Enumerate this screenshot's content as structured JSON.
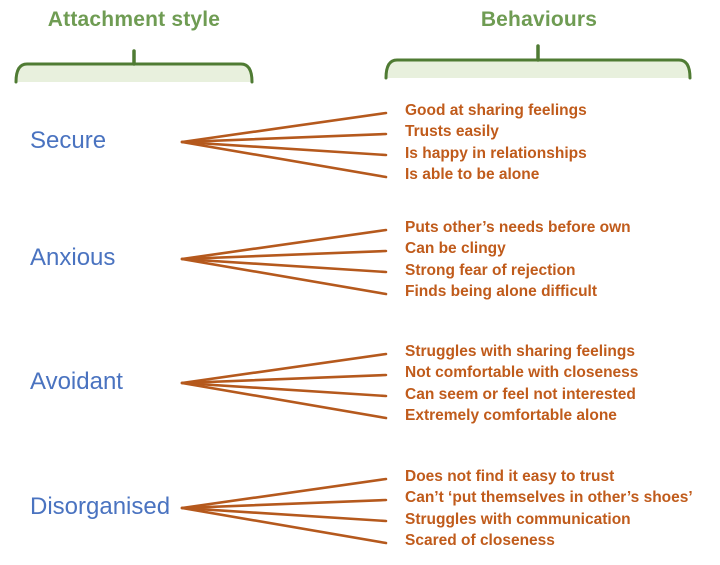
{
  "header": {
    "left_title": "Attachment style",
    "right_title": "Behaviours"
  },
  "colors": {
    "header_green": "#6f9c53",
    "brace_stroke": "#4f7b33",
    "brace_fill": "#e8f0dd",
    "label_blue": "#4a73c0",
    "behaviour_orange": "#c05b1b",
    "line_orange": "#b5591d"
  },
  "groups": [
    {
      "label": "Secure",
      "behaviours": [
        "Good at sharing feelings",
        "Trusts easily",
        "Is happy in relationships",
        "Is able to be alone"
      ]
    },
    {
      "label": "Anxious",
      "behaviours": [
        "Puts other’s needs before own",
        "Can be clingy",
        "Strong fear of rejection",
        "Finds being alone difficult"
      ]
    },
    {
      "label": "Avoidant",
      "behaviours": [
        "Struggles with sharing feelings",
        "Not comfortable with closeness",
        "Can seem or feel not interested",
        "Extremely comfortable alone"
      ]
    },
    {
      "label": "Disorganised",
      "behaviours": [
        "Does not find it easy to trust",
        "Can’t ‘put themselves in other’s shoes’",
        "Struggles with communication",
        "Scared of closeness"
      ]
    }
  ]
}
